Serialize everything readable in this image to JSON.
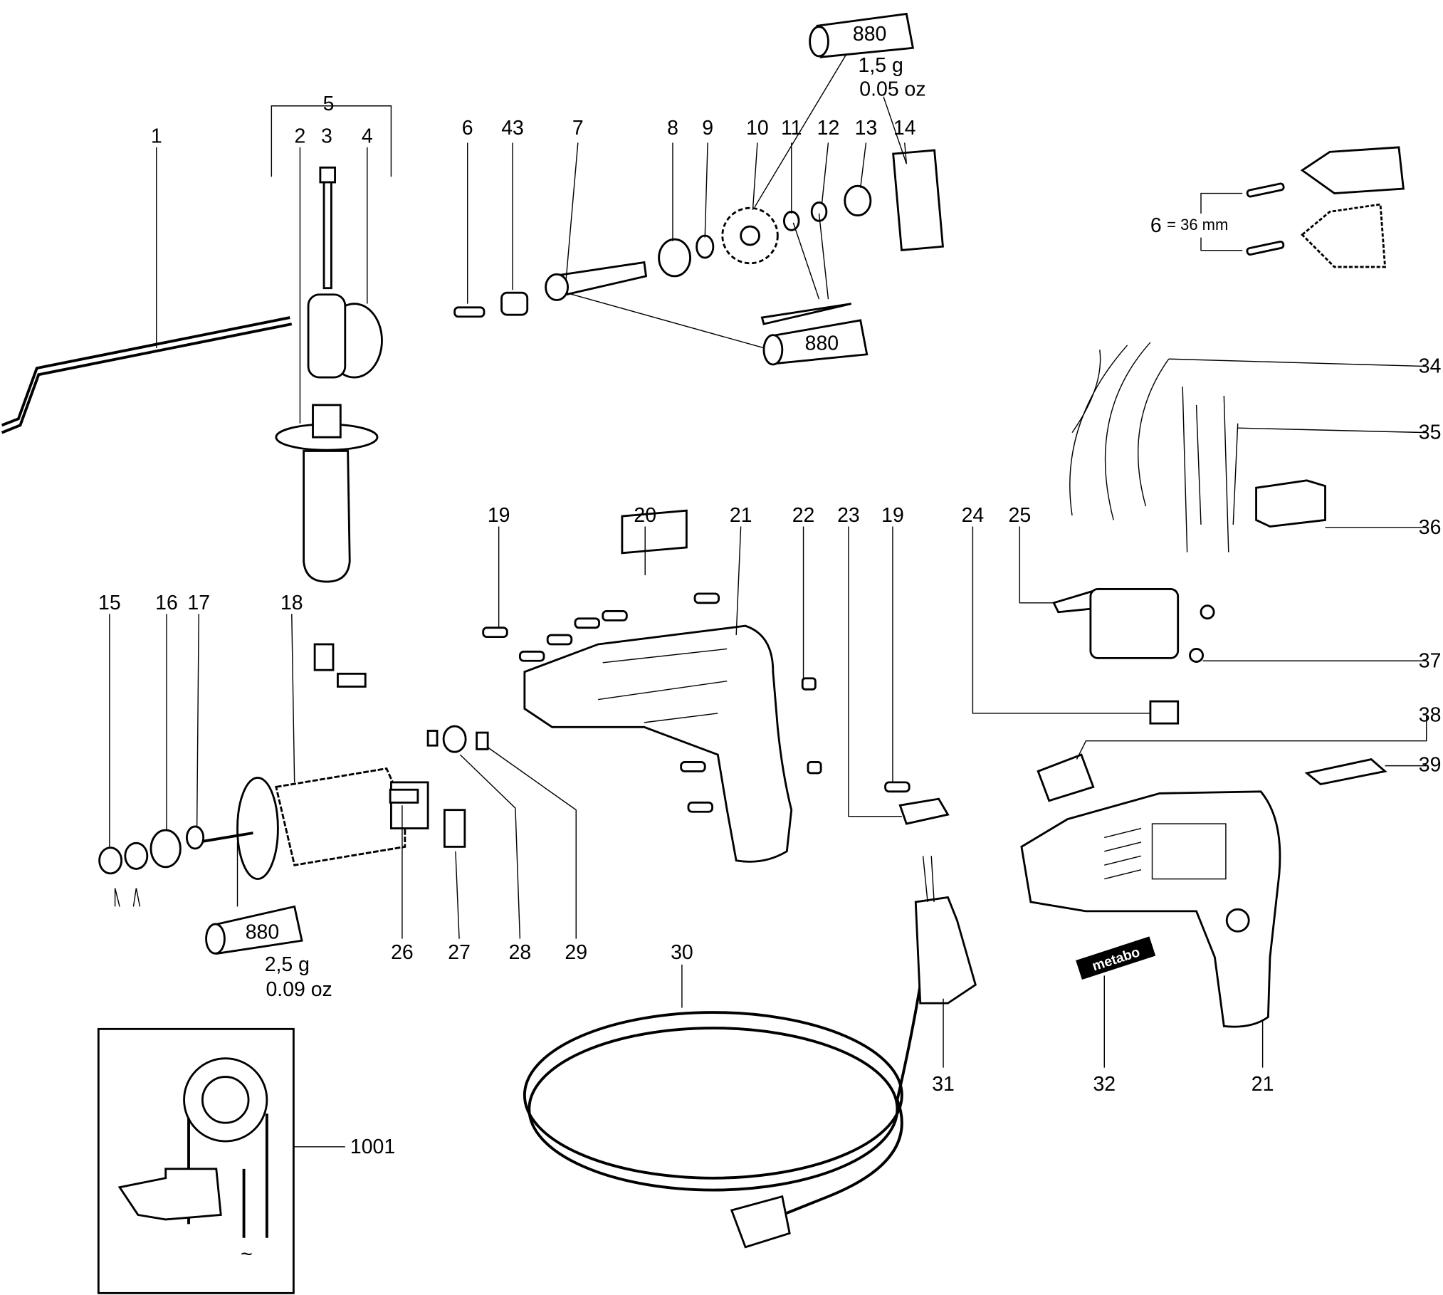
{
  "diagram": {
    "callouts": [
      "1",
      "2",
      "3",
      "4",
      "5",
      "6",
      "43",
      "7",
      "8",
      "9",
      "10",
      "11",
      "12",
      "13",
      "14",
      "15",
      "16",
      "17",
      "18",
      "19",
      "20",
      "21",
      "22",
      "23",
      "19",
      "24",
      "25",
      "34",
      "35",
      "36",
      "37",
      "38",
      "39",
      "26",
      "27",
      "28",
      "29",
      "30",
      "31",
      "32",
      "21",
      "1001"
    ],
    "grease_tubes": [
      {
        "code": "880",
        "amount": "1,5 g",
        "amount_oz": "0.05 oz"
      },
      {
        "code": "880"
      },
      {
        "code": "880",
        "amount": "2,5 g",
        "amount_oz": "0.09 oz"
      }
    ],
    "chuck_note": {
      "part": "6",
      "text": "= 36 mm"
    },
    "brand_logo": "metabo",
    "wiring_symbol": "~"
  }
}
